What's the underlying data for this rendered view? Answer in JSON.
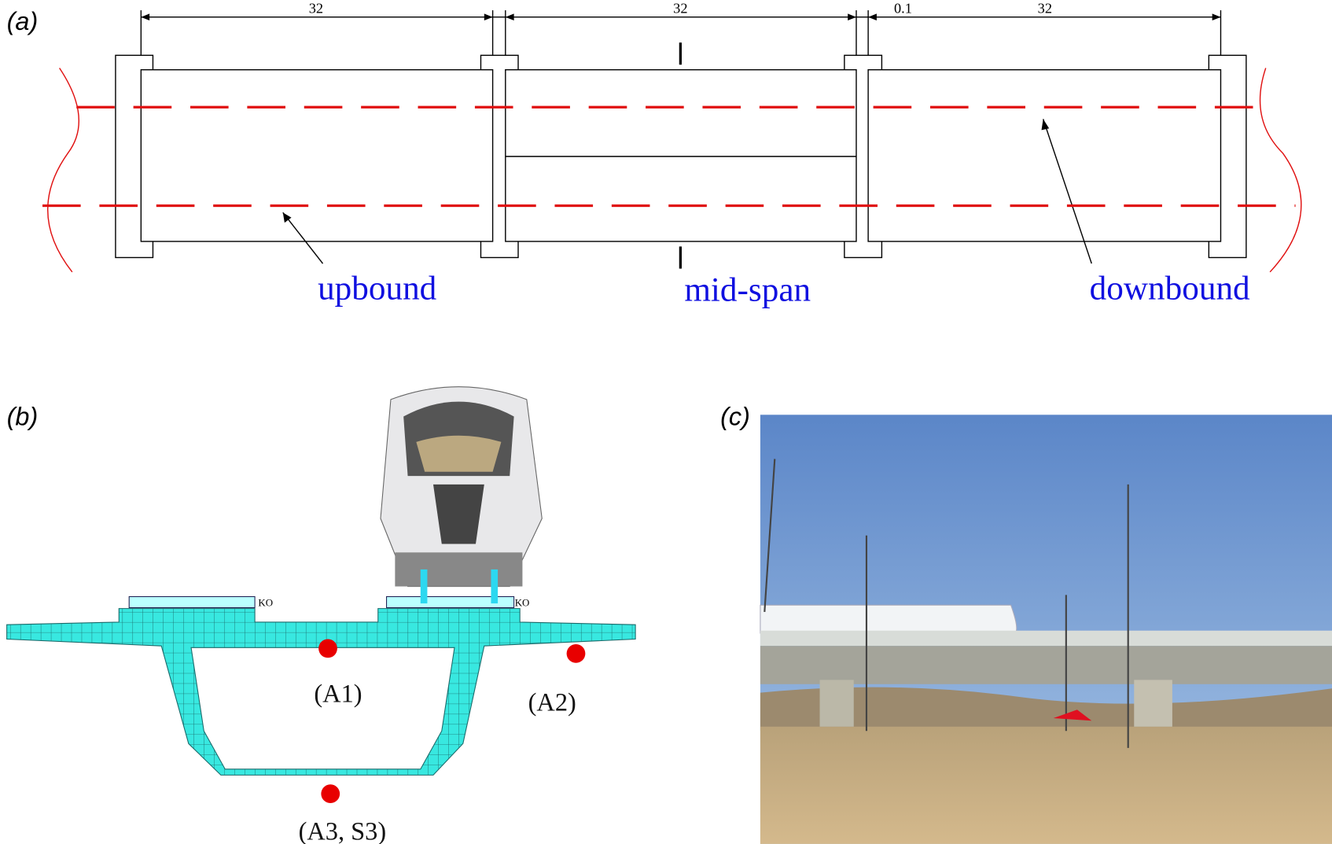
{
  "panels": {
    "a": "(a)",
    "b": "(b)",
    "c": "(c)"
  },
  "dimensions": [
    "32",
    "32",
    "0.1",
    "32"
  ],
  "labels": {
    "upbound": "upbound",
    "midspan": "mid-span",
    "downbound": "downbound"
  },
  "sensors": [
    "(A1)",
    "(A2)",
    "(A3, S3)"
  ],
  "spring_label": "KO",
  "colors": {
    "track_line": "#e01010",
    "label_blue": "#1010e0",
    "mesh": "#38e8e0",
    "sensor": "#e80000"
  }
}
